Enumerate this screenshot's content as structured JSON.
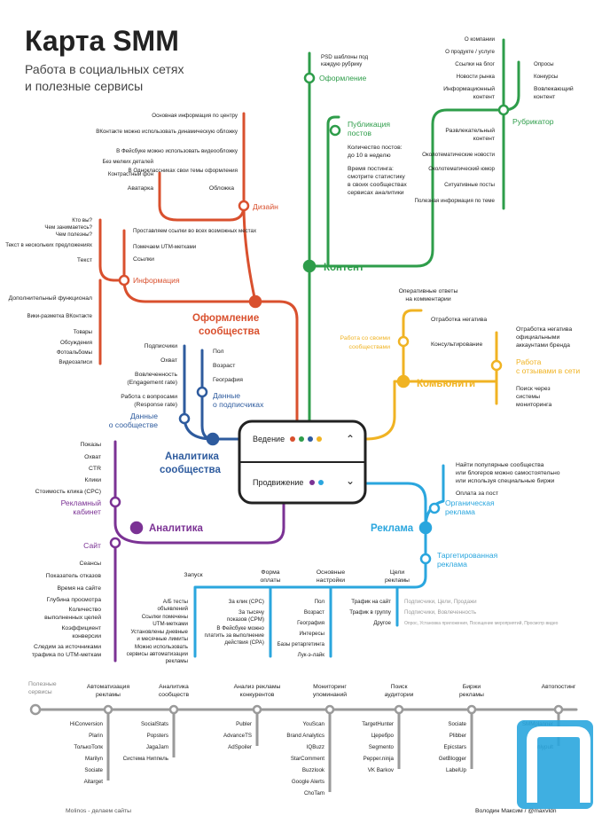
{
  "header": {
    "title": "Карта SMM",
    "subtitle_l1": "Работа в социальных сетях",
    "subtitle_l2": "и полезные сервисы"
  },
  "colors": {
    "design": "#d9502e",
    "info": "#d9502e",
    "content": "#2e9d4a",
    "community": "#f0b323",
    "analytics_comm": "#2e5b9e",
    "analytics": "#7b3294",
    "ads": "#2aa6de",
    "services": "#9a9a9a"
  },
  "hub": {
    "vedenie": "Ведение",
    "prodvizhenie": "Продвижение"
  },
  "design": {
    "name": "Дизайн",
    "items": [
      "Основная информация по центру",
      "ВКонтакте можно использовать динамическую обложку",
      "В Фейсбуке можно использовать видеообложку",
      "В Одноклассниках свои темы оформления",
      "Обложка",
      "Без мелких деталей",
      "Контрастный фон",
      "Аватарка"
    ]
  },
  "info": {
    "name": "Информация",
    "items": [
      "Кто вы?",
      "Чем занимаетесь?",
      "Чем полезны?",
      "Текст в нескольких предложениях",
      "Текст",
      "Проставляем ссылки во всех возможных местах",
      "Помечаем UTM-метками",
      "Ссылки",
      "Дополнительный функционал",
      "Вики-разметка ВКонтакте",
      "Товары",
      "Обсуждения",
      "Фотоальбомы",
      "Видеозаписи"
    ]
  },
  "oformlenie": {
    "l1": "Оформление",
    "l2": "сообщества"
  },
  "content": {
    "name": "Контент",
    "psd_l1": "PSD шаблоны под",
    "psd_l2": "каждую рубрику",
    "oformlenie": "Оформление",
    "pub_l1": "Публикация",
    "pub_l2": "постов",
    "kolvo_l1": "Количество постов:",
    "kolvo_l2": "до 10 в неделю",
    "vremya_l1": "Время постинга:",
    "vremya_l2": "смотрите статистику",
    "vremya_l3": "в своих сообществах",
    "vremya_l4": "сервисах аналитики"
  },
  "rubricator": {
    "name": "Рубрикатор",
    "info_items": [
      "О компании",
      "О продукте / услуге",
      "Ссылки на блог",
      "Новости рынка"
    ],
    "info_label_l1": "Информационный",
    "info_label_l2": "контент",
    "vovl_items": [
      "Опросы",
      "Конкурсы"
    ],
    "vovl_l1": "Вовлекающий",
    "vovl_l2": "контент",
    "razv_l1": "Развлекательный",
    "razv_l2": "контент",
    "razv_items": [
      "Околотематические новости",
      "Околотематический юмор",
      "Ситуативные посты",
      "Полезная информация по теме"
    ]
  },
  "community": {
    "name": "Комьюнити",
    "oper_l1": "Оперативные ответы",
    "oper_l2": "на комментарии",
    "work_l1": "Работа со своими",
    "work_l2": "сообществами",
    "otrab": "Отработка негатива",
    "kons": "Консультирование",
    "otz_l1": "Отработка негатива",
    "otz_l2": "официальными",
    "otz_l3": "аккаунтами бренда",
    "rabota_l1": "Работа",
    "rabota_l2": "с отзывами в сети",
    "poisk_l1": "Поиск через",
    "poisk_l2": "системы",
    "poisk_l3": "мониторинга"
  },
  "an_comm": {
    "name_l1": "Аналитика",
    "name_l2": "сообщества",
    "left": [
      "Подписчики",
      "Охват",
      "Вовлеченность",
      "(Engagement rate)",
      "Работа с вопросами",
      "(Response rate)"
    ],
    "data_comm_l1": "Данные",
    "data_comm_l2": "о сообществе",
    "right": [
      "Пол",
      "Возраст",
      "География"
    ],
    "data_sub_l1": "Данные",
    "data_sub_l2": "о подписчиках"
  },
  "analytics": {
    "name": "Аналитика",
    "cab_items": [
      "Показы",
      "Охват",
      "CTR",
      "Клики",
      "Стоимость клика (CPC)"
    ],
    "cab_l1": "Рекламный",
    "cab_l2": "кабинет",
    "site": "Сайт",
    "site_items": [
      "Сеансы",
      "Показатель отказов",
      "Время на сайте",
      "Глубина просмотра",
      "Количество",
      "выполненных целей",
      "Коэффициент",
      "конверсии",
      "Следим за источниками",
      "трафика по UTM-меткам"
    ]
  },
  "ads": {
    "name": "Реклама",
    "org_l1": "Органическая",
    "org_l2": "реклама",
    "org_items": [
      "Найти популярные сообщества",
      "или блогеров можно самостоятельно",
      "или используя специальные биржи",
      "Оплата за пост"
    ],
    "target_l1": "Таргетированная",
    "target_l2": "реклама",
    "stations": [
      "Запуск",
      "Форма",
      "оплаты",
      "Основные",
      "настройки",
      "Цели",
      "рекламы"
    ],
    "zapusk": [
      "А/Б тесты",
      "объявлений",
      "Ссылки помечены",
      "UTM-метками",
      "Установлены дневные",
      "и месячные лимиты",
      "Можно использовать",
      "сервисы автоматизации",
      "рекламы"
    ],
    "forma": [
      "За клик (CPC)",
      "За тысячу",
      "показов (CPM)",
      "В Фейсбуке можно",
      "платить за выполнение",
      "действия (CPA)"
    ],
    "nastr": [
      "Пол",
      "Возраст",
      "География",
      "Интересы",
      "Базы ретаргетинга",
      "Лук-э-лайк"
    ],
    "celi": [
      "Трафик на сайт",
      "Трафик в группу",
      "Другое"
    ],
    "celi_notes": [
      "Подписчики, Цели, Продажи",
      "Подписчики, Вовлеченность",
      "Опрос, Установка приложения, Посещение мероприятий, Просмотр видео"
    ]
  },
  "services": {
    "title_l1": "Полезные",
    "title_l2": "сервисы",
    "cols": [
      {
        "h1": "Автоматизация",
        "h2": "рекламы",
        "items": [
          "HiConversion",
          "Plarin",
          "ТолькоТолк",
          "Marilyn",
          "Sociate",
          "Aitarget"
        ]
      },
      {
        "h1": "Аналитика",
        "h2": "сообществ",
        "items": [
          "SocialStats",
          "Popsters",
          "JagaJam",
          "Система Ниппель"
        ]
      },
      {
        "h1": "Анализ рекламы",
        "h2": "конкурентов",
        "items": [
          "Publer",
          "AdvanceTS",
          "AdSpoiler"
        ]
      },
      {
        "h1": "Мониторинг",
        "h2": "упоминаний",
        "items": [
          "YouScan",
          "Brand Analytics",
          "IQBuzz",
          "StarComment",
          "Buzzlook",
          "Google Alerts",
          "ChoTam"
        ]
      },
      {
        "h1": "Поиск",
        "h2": "аудитории",
        "items": [
          "TargetHunter",
          "Церебро",
          "Segmento",
          "Pepper.ninja",
          "VK Barkov"
        ]
      },
      {
        "h1": "Биржи",
        "h2": "рекламы",
        "items": [
          "Sociate",
          "Plibber",
          "Epicstars",
          "GetBlogger",
          "LabelUp"
        ]
      },
      {
        "h1": "Автопостинг",
        "h2": "",
        "items": [
          "SMMplanner",
          "Kuku.io",
          "Onlypult"
        ]
      }
    ]
  },
  "footer": {
    "left": "Molinos - делаем сайты",
    "right": "Володин Максим / @maxvldn"
  }
}
